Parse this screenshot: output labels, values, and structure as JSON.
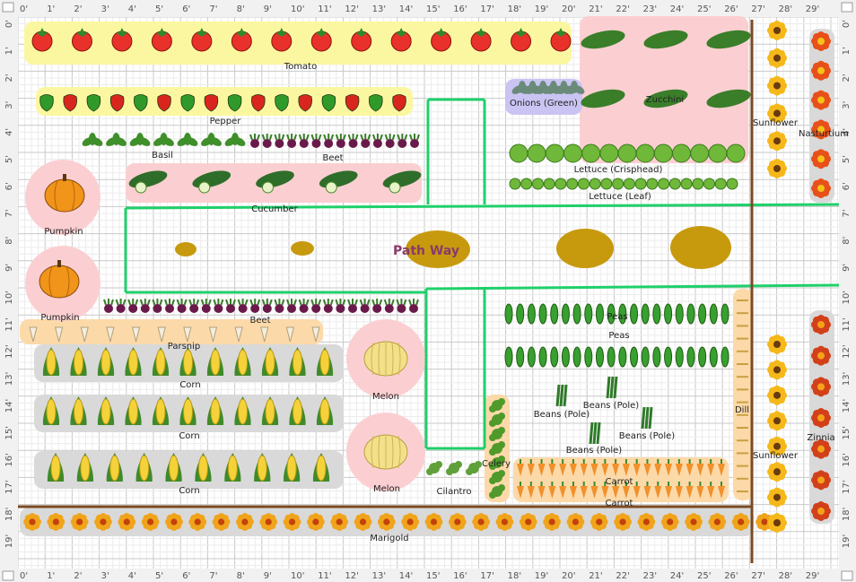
{
  "rulers": {
    "columns": [
      "0'",
      "1'",
      "2'",
      "3'",
      "4'",
      "5'",
      "6'",
      "7'",
      "8'",
      "9'",
      "10'",
      "11'",
      "12'",
      "13'",
      "14'",
      "15'",
      "16'",
      "17'",
      "18'",
      "19'",
      "20'",
      "21'",
      "22'",
      "23'",
      "24'",
      "25'",
      "26'",
      "27'",
      "28'",
      "29'"
    ],
    "rows": [
      "0'",
      "1'",
      "2'",
      "3'",
      "4'",
      "5'",
      "6'",
      "7'",
      "8'",
      "9'",
      "10'",
      "11'",
      "12'",
      "13'",
      "14'",
      "15'",
      "16'",
      "17'",
      "18'",
      "19'"
    ]
  },
  "path_label": "Path Way",
  "labels": {
    "tomato": "Tomato",
    "zucchini": "Zucchini",
    "sunflower_top": "Sunflower",
    "nasturtium": "Nasturtium",
    "pepper": "Pepper",
    "onions": "Onions (Green)",
    "basil": "Basil",
    "beet_top": "Beet",
    "lettuce_crisp": "Lettuce (Crisphead)",
    "lettuce_leaf": "Lettuce (Leaf)",
    "pumpkin_top": "Pumpkin",
    "cucumber": "Cucumber",
    "pumpkin_bottom": "Pumpkin",
    "beet_bottom": "Beet",
    "parsnip": "Parsnip",
    "peas_1": "Peas",
    "peas_2": "Peas",
    "corn_1": "Corn",
    "corn_2": "Corn",
    "corn_3": "Corn",
    "melon_1": "Melon",
    "melon_2": "Melon",
    "beans_pole_1": "Beans (Pole)",
    "beans_pole_2": "Beans (Pole)",
    "beans_pole_3": "Beans (Pole)",
    "beans_pole_4": "Beans (Pole)",
    "dill": "Dill",
    "sunflower_bottom": "Sunflower",
    "zinnia": "Zinnia",
    "celery": "Celery",
    "cilantro": "Cilantro",
    "carrot_1": "Carrot",
    "carrot_2": "Carrot",
    "marigold": "Marigold"
  },
  "colors": {
    "tomato": "#e8312a",
    "pepper_green": "#2f9a2a",
    "pepper_red": "#d8261e",
    "leaf": "#3f8f2a",
    "beet": "#6a1a4a",
    "pumpkin": "#f0941a",
    "cucumber": "#2f6e2a",
    "zucchini": "#3a7e2a",
    "lettuce": "#6fb83a",
    "corn": "#f5d23a",
    "melon": "#f2e08a",
    "carrot": "#f2902a",
    "marigold": "#f0a41a",
    "sunflower": "#f5b81a",
    "path_green": "#1fd06a",
    "stepping_stone": "#c79a0e",
    "fence": "#7b4a22",
    "highlight_yellow": "#fbf7a0",
    "highlight_pink": "#fbcfd2",
    "highlight_orange": "#fcd9a8",
    "highlight_gray": "#d9d9d9",
    "highlight_lilac": "#c9c4f2"
  }
}
